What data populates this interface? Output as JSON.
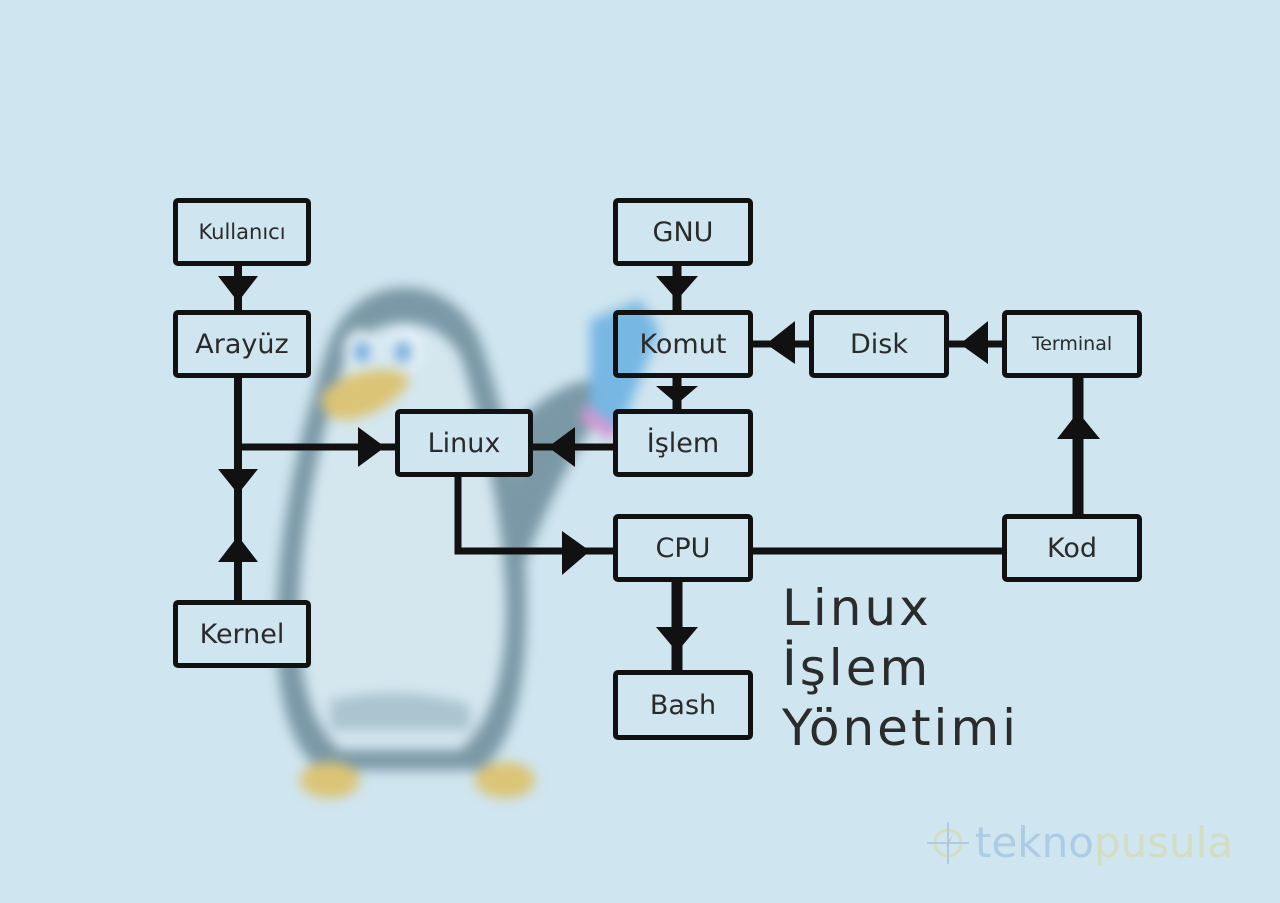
{
  "diagram": {
    "title_lines": [
      "Linux",
      "İşlem",
      "Yönetimi"
    ],
    "nodes": {
      "kullanici": "Kullanıcı",
      "arayuz": "Arayüz",
      "kernel": "Kernel",
      "linux": "Linux",
      "gnu": "GNU",
      "komut": "Komut",
      "islem": "İşlem",
      "disk": "Disk",
      "terminal": "Terminal",
      "cpu": "CPU",
      "kod": "Kod",
      "bash": "Bash"
    },
    "edges": [
      {
        "from": "Kullanıcı",
        "to": "Arayüz"
      },
      {
        "from": "Arayüz",
        "to": "Linux"
      },
      {
        "from": "Arayüz",
        "to": "Kernel"
      },
      {
        "from": "Kernel",
        "to": "Arayüz"
      },
      {
        "from": "GNU",
        "to": "Komut"
      },
      {
        "from": "Komut",
        "to": "İşlem"
      },
      {
        "from": "İşlem",
        "to": "Linux"
      },
      {
        "from": "Disk",
        "to": "Komut"
      },
      {
        "from": "Terminal",
        "to": "Disk"
      },
      {
        "from": "Kod",
        "to": "Terminal"
      },
      {
        "from": "Linux",
        "to": "CPU"
      },
      {
        "from": "CPU",
        "to": "Kod",
        "arrow": false
      },
      {
        "from": "CPU",
        "to": "Bash"
      }
    ]
  },
  "watermark": {
    "part1": "tekno",
    "part2": "pusula",
    "icon": "compass-icon",
    "colors": {
      "part1": "#8fb8da",
      "part2": "#d6d79f"
    }
  },
  "colors": {
    "background": "#cfe5ef",
    "stroke": "#111111",
    "text": "#2a2a2a"
  }
}
